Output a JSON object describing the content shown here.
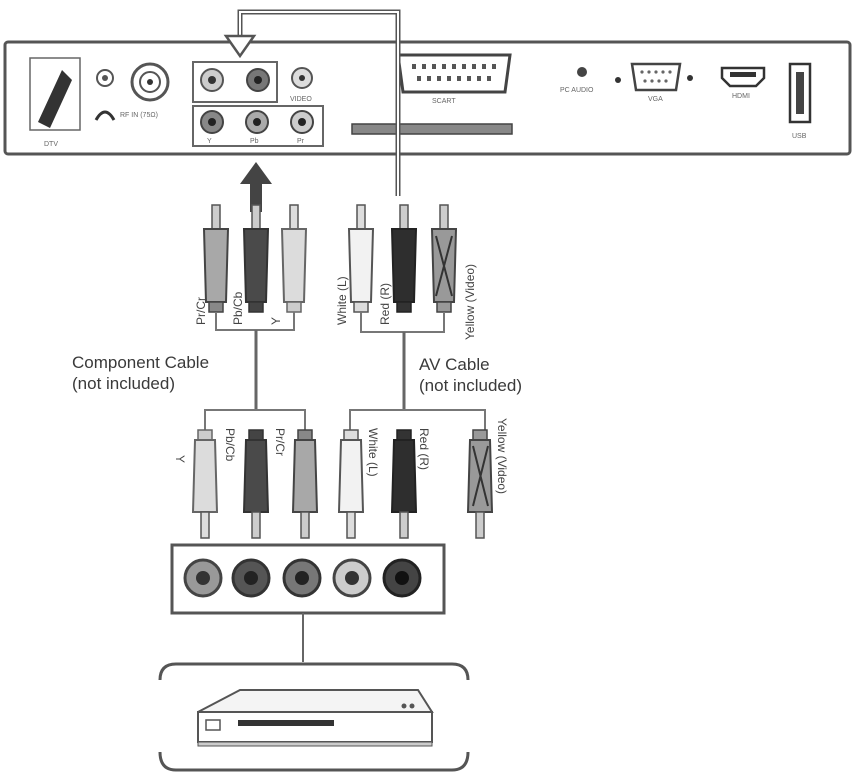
{
  "tv_panel": {
    "ports": {
      "hdmi": "HDMI",
      "vga": "VGA",
      "scart": "SCART",
      "usb": "USB",
      "pc_audio": "PC AUDIO",
      "rf_in": "RF IN (75Ω)",
      "dtv": "DTV",
      "video": "VIDEO"
    },
    "component_ports": [
      "Y",
      "Pb",
      "Pr"
    ]
  },
  "component_cable": {
    "label_line1": "Component Cable",
    "label_line2": "(not included)",
    "plugs": [
      "Pr/Cr",
      "Pb/Cb",
      "Y"
    ]
  },
  "av_cable": {
    "label_line1": "AV Cable",
    "label_line2": "(not included)",
    "plugs": [
      "White (L)",
      "Red (R)",
      "Yellow (Video)"
    ]
  },
  "colors": {
    "outline": "#555555",
    "light_plug": "#dcdcdc",
    "mid_plug": "#a8a8a8",
    "dark_plug": "#4a4a4a",
    "red_plug": "#2e2e2e"
  }
}
